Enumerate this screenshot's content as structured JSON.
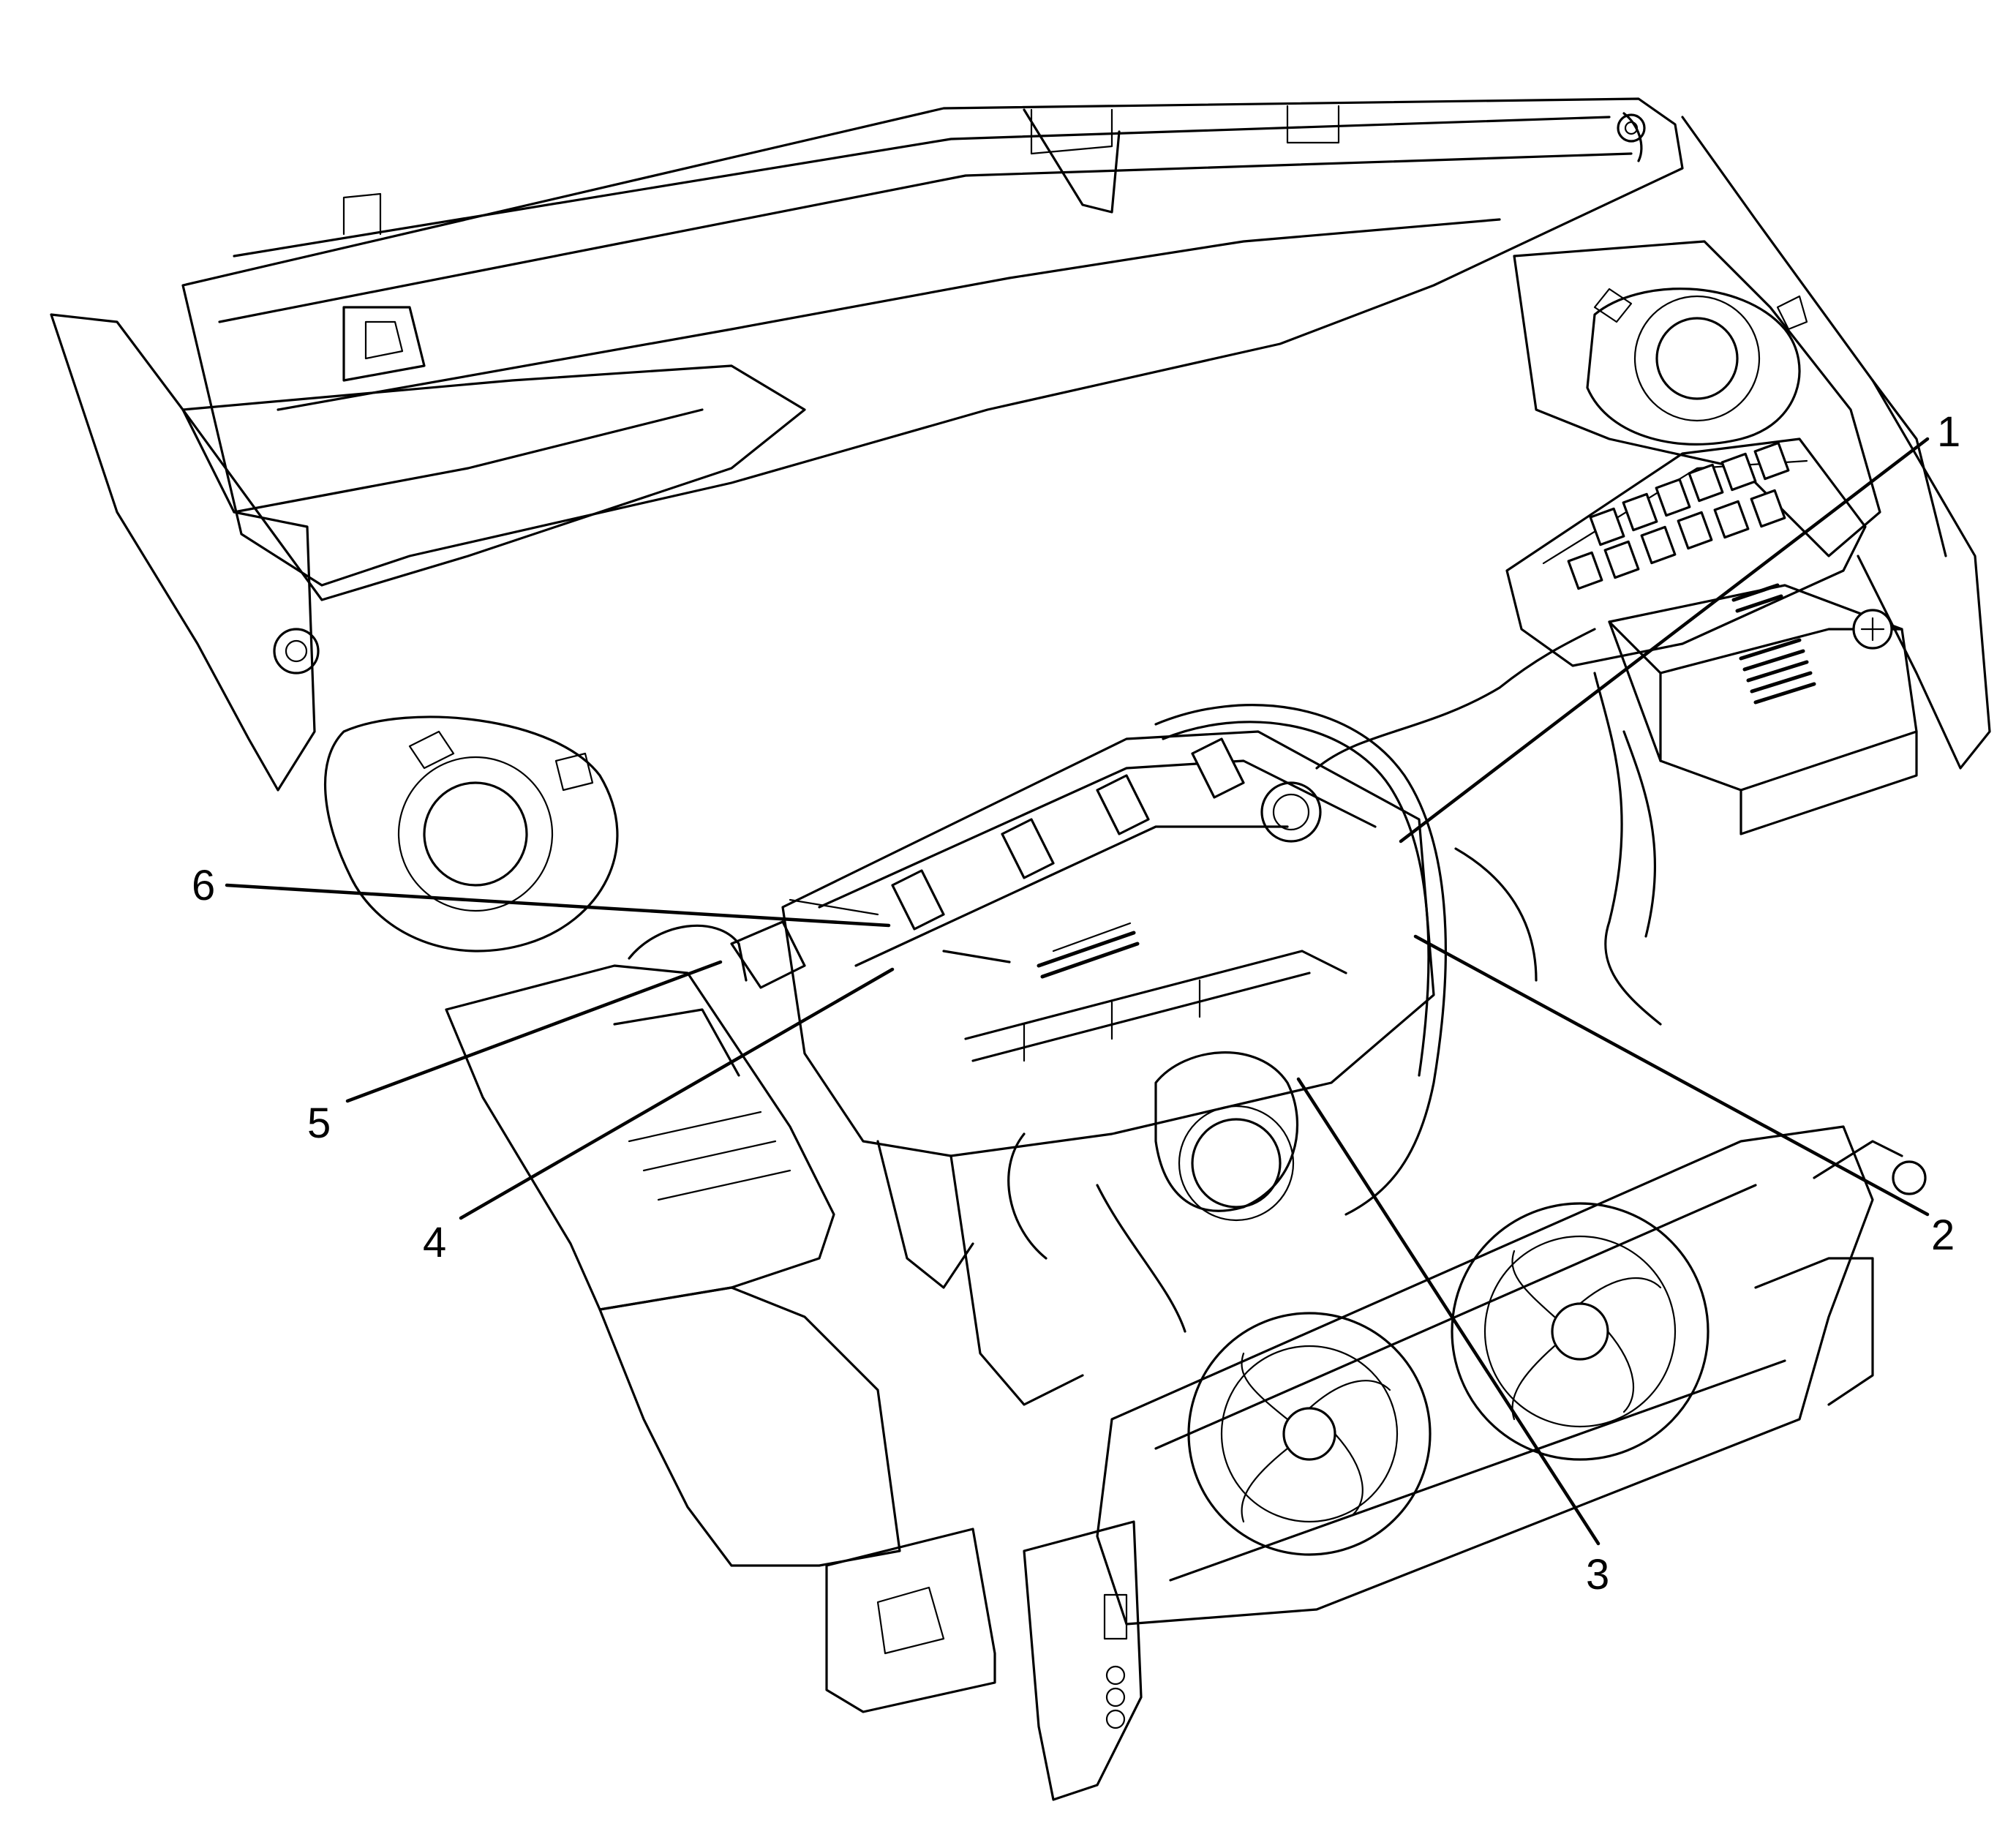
{
  "callouts": [
    {
      "id": 1,
      "label": "1"
    },
    {
      "id": 2,
      "label": "2"
    },
    {
      "id": 3,
      "label": "3"
    },
    {
      "id": 4,
      "label": "4"
    },
    {
      "id": 5,
      "label": "5"
    },
    {
      "id": 6,
      "label": "6"
    }
  ],
  "colors": {
    "line": "#000000",
    "background": "#ffffff"
  }
}
